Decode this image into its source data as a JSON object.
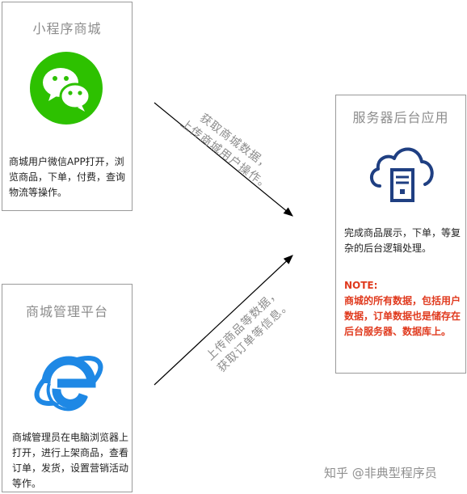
{
  "nodes": {
    "mini_program": {
      "title": "小程序商城",
      "description": "商城用户微信APP打开，浏览商品，下单，付费，查询物流等操作。",
      "icon": "wechat-icon",
      "icon_color": "#2dc100"
    },
    "admin_platform": {
      "title": "商城管理平台",
      "description": "商城管理员在电脑浏览器上打开，进行上架商品，查看订单，发货，设置营销活动等作。",
      "icon": "ie-browser-icon",
      "icon_color": "#1e88e5"
    },
    "server": {
      "title": "服务器后台应用",
      "description": "完成商品展示，下单，等复杂的后台逻辑处理。",
      "note_label": "NOTE:",
      "note_text": "商城的所有数据，包括用户数据，订单数据也是储存在后台服务器、数据库上。",
      "note_color": "#e03a1e",
      "icon": "cloud-server-icon",
      "icon_color": "#1f3f82"
    }
  },
  "edges": {
    "top": {
      "from": "mini_program",
      "to": "server",
      "label_line1": "获取商城数据，",
      "label_line2": "上传商城用户操作。"
    },
    "bottom": {
      "from": "admin_platform",
      "to": "server",
      "label_line1": "上传商品等数据，",
      "label_line2": "获取订单等信息。"
    }
  },
  "watermark": "知乎 @非典型程序员"
}
